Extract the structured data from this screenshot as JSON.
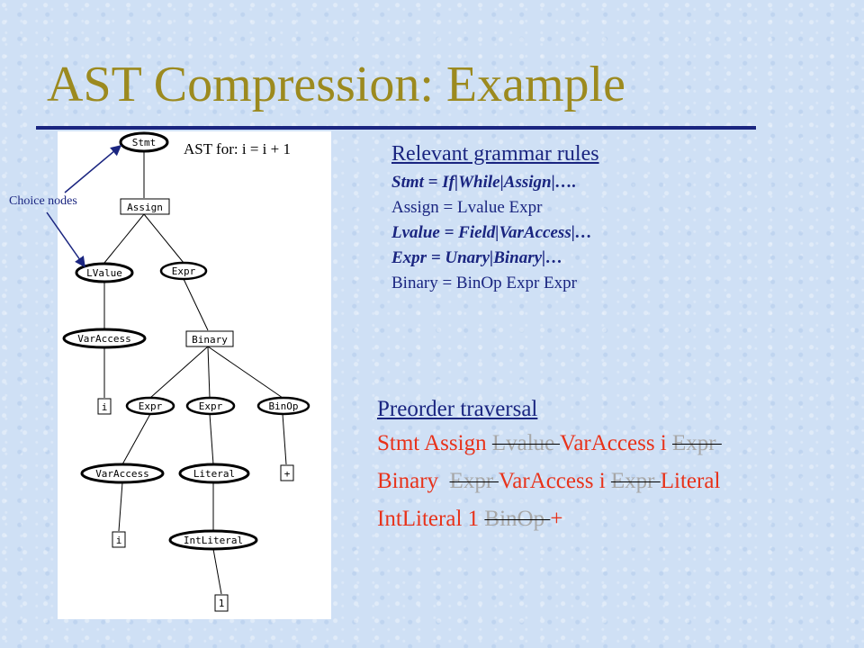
{
  "slide": {
    "title": "AST Compression: Example",
    "tree_caption": "AST for: i = i + 1",
    "choice_label": "Choice nodes"
  },
  "tree": {
    "nodes": {
      "stmt": "Stmt",
      "assign": "Assign",
      "lvalue": "LValue",
      "expr_top": "Expr",
      "varaccess_left": "VarAccess",
      "binary": "Binary",
      "leaf_i_1": "i",
      "expr_mid_1": "Expr",
      "expr_mid_2": "Expr",
      "binop": "BinOp",
      "varaccess_right": "VarAccess",
      "literal": "Literal",
      "leaf_plus": "+",
      "leaf_i_2": "i",
      "intliteral": "IntLiteral",
      "leaf_1": "1"
    }
  },
  "grammar": {
    "heading": "Relevant grammar rules",
    "rules": [
      "Stmt = If|While|Assign|….",
      "Assign = Lvalue Expr",
      "Lvalue = Field|VarAccess|…",
      "Expr = Unary|Binary|…",
      "Binary = BinOp Expr Expr"
    ]
  },
  "traversal": {
    "heading": "Preorder traversal",
    "lines": [
      [
        "Stmt Assign ",
        "Lvalue ",
        "VarAccess i ",
        "Expr "
      ],
      [
        "Binary  ",
        "Expr ",
        "VarAccess i ",
        "Expr ",
        "Literal"
      ],
      [
        "IntLiteral 1 ",
        "BinOp ",
        "+"
      ]
    ]
  },
  "colors": {
    "title": "#9c8a1f",
    "rule_line": "#1a2580",
    "text_blue": "#1a2580",
    "traversal_kept": "#e8321a",
    "traversal_removed": "#a7a7a7"
  }
}
